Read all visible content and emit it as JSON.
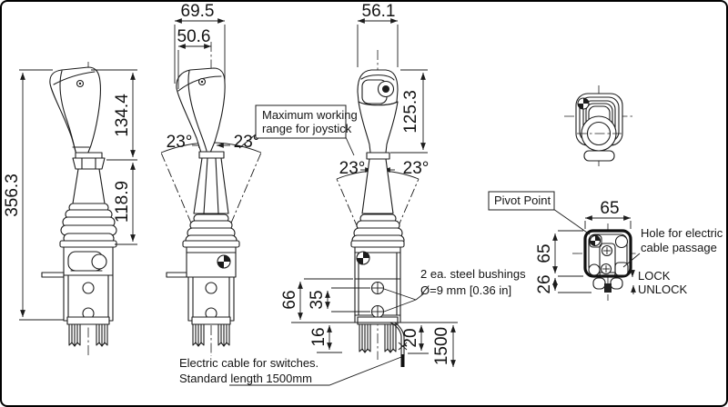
{
  "drawing": {
    "dims": {
      "v1_total": "356.3",
      "v1_upper": "134.4",
      "v1_lower": "118.9",
      "v2_outer": "69.5",
      "v2_inner": "50.6",
      "v2_angle_left": "23°",
      "v2_angle_right": "23°",
      "v3_head": "56.1",
      "v3_handle": "125.3",
      "v3_angle_left": "23°",
      "v3_angle_right": "23°",
      "v3_body": "66",
      "v3_bushing_span": "35",
      "v3_prong": "16",
      "v3_cable_offset": "20",
      "v3_cable_length": "1500",
      "vb_width": "65",
      "vb_height": "65",
      "vb_bracket": "26"
    },
    "notes": {
      "max_range": [
        "Maximum working",
        "range for joystick"
      ],
      "pivot_point": "Pivot Point",
      "bushings": [
        "2 ea. steel bushings",
        "Ø=9 mm [0.36 in]"
      ],
      "cable": [
        "Electric cable for switches.",
        "Standard length 1500mm"
      ],
      "hole": [
        "Hole for electric",
        "cable passage"
      ],
      "lock": "LOCK",
      "unlock": "UNLOCK"
    },
    "colors": {
      "line": "#1c1c1c",
      "background": "#ffffff"
    }
  }
}
